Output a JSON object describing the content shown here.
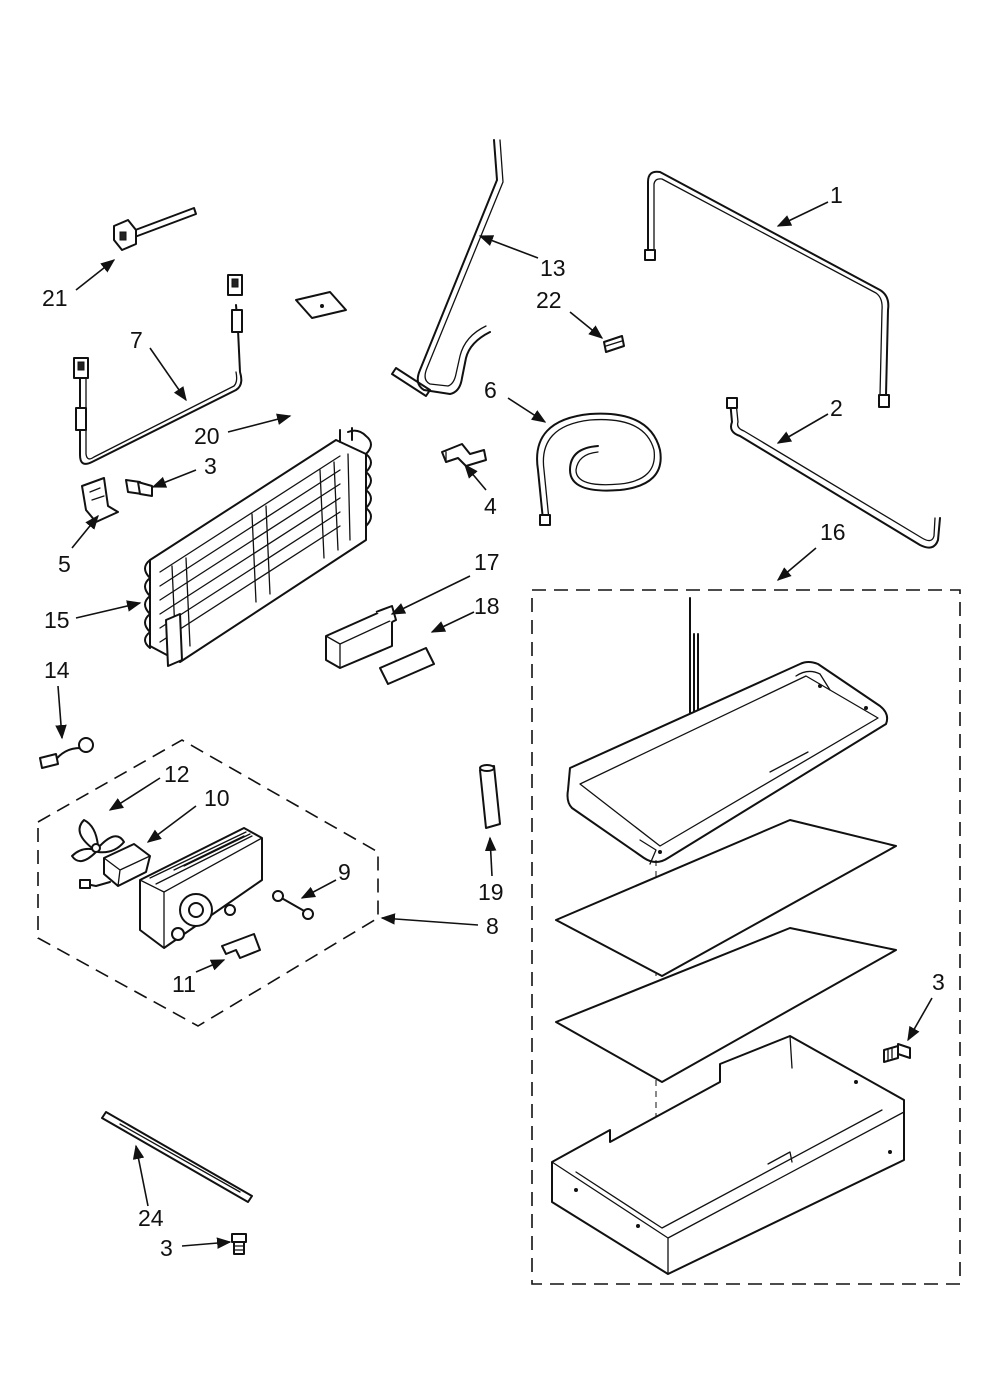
{
  "diagram": {
    "callouts": [
      {
        "id": "1",
        "label": "1"
      },
      {
        "id": "2",
        "label": "2"
      },
      {
        "id": "3a",
        "label": "3"
      },
      {
        "id": "3b",
        "label": "3"
      },
      {
        "id": "3c",
        "label": "3"
      },
      {
        "id": "4",
        "label": "4"
      },
      {
        "id": "5",
        "label": "5"
      },
      {
        "id": "6",
        "label": "6"
      },
      {
        "id": "7",
        "label": "7"
      },
      {
        "id": "8",
        "label": "8"
      },
      {
        "id": "9",
        "label": "9"
      },
      {
        "id": "10",
        "label": "10"
      },
      {
        "id": "11",
        "label": "11"
      },
      {
        "id": "12",
        "label": "12"
      },
      {
        "id": "13",
        "label": "13"
      },
      {
        "id": "14",
        "label": "14"
      },
      {
        "id": "15",
        "label": "15"
      },
      {
        "id": "16",
        "label": "16"
      },
      {
        "id": "17",
        "label": "17"
      },
      {
        "id": "18",
        "label": "18"
      },
      {
        "id": "19",
        "label": "19"
      },
      {
        "id": "20",
        "label": "20"
      },
      {
        "id": "21",
        "label": "21"
      },
      {
        "id": "22",
        "label": "22"
      },
      {
        "id": "24",
        "label": "24"
      }
    ]
  }
}
